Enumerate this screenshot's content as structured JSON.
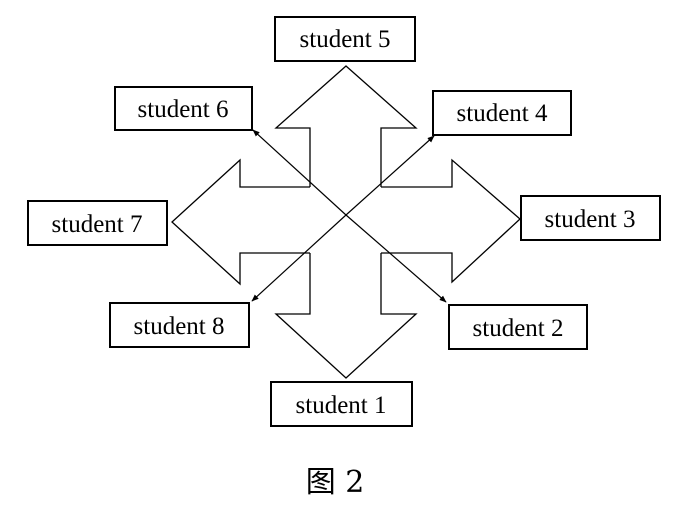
{
  "students": [
    {
      "id": "s1",
      "label": "student 1"
    },
    {
      "id": "s2",
      "label": "student 2"
    },
    {
      "id": "s3",
      "label": "student 3"
    },
    {
      "id": "s4",
      "label": "student 4"
    },
    {
      "id": "s5",
      "label": "student 5"
    },
    {
      "id": "s6",
      "label": "student 6"
    },
    {
      "id": "s7",
      "label": "student 7"
    },
    {
      "id": "s8",
      "label": "student 8"
    }
  ],
  "caption": "图 2"
}
